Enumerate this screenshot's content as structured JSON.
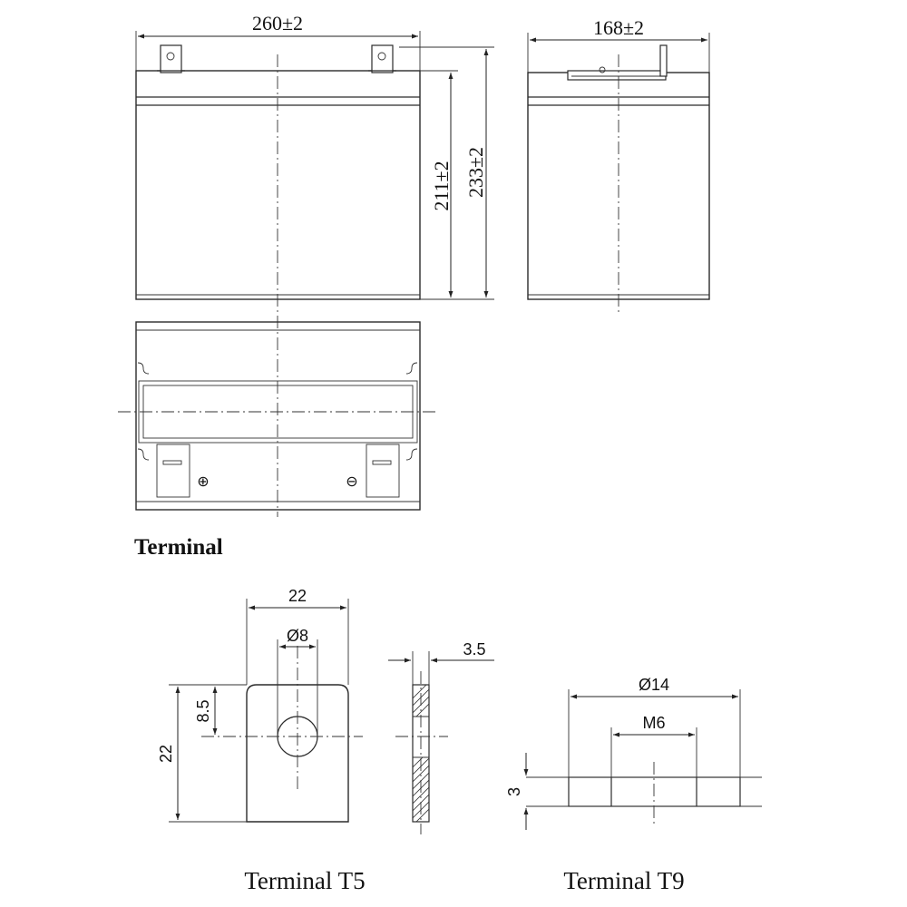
{
  "front_view": {
    "width_dim": "260±2",
    "height_inner_dim": "211±2",
    "height_total_dim": "233±2"
  },
  "side_view": {
    "width_dim": "168±2"
  },
  "top_view": {
    "positive_symbol": "⊕",
    "negative_symbol": "⊖"
  },
  "section_title": "Terminal",
  "terminal_t5": {
    "width_dim": "22",
    "hole_dia_dim": "Ø8",
    "hole_offset_dim": "8.5",
    "height_dim": "22",
    "thickness_dim": "3.5",
    "caption": "Terminal T5"
  },
  "terminal_t9": {
    "outer_dia_dim": "Ø14",
    "thread_dim": "M6",
    "height_dim": "3",
    "caption": "Terminal T9"
  }
}
